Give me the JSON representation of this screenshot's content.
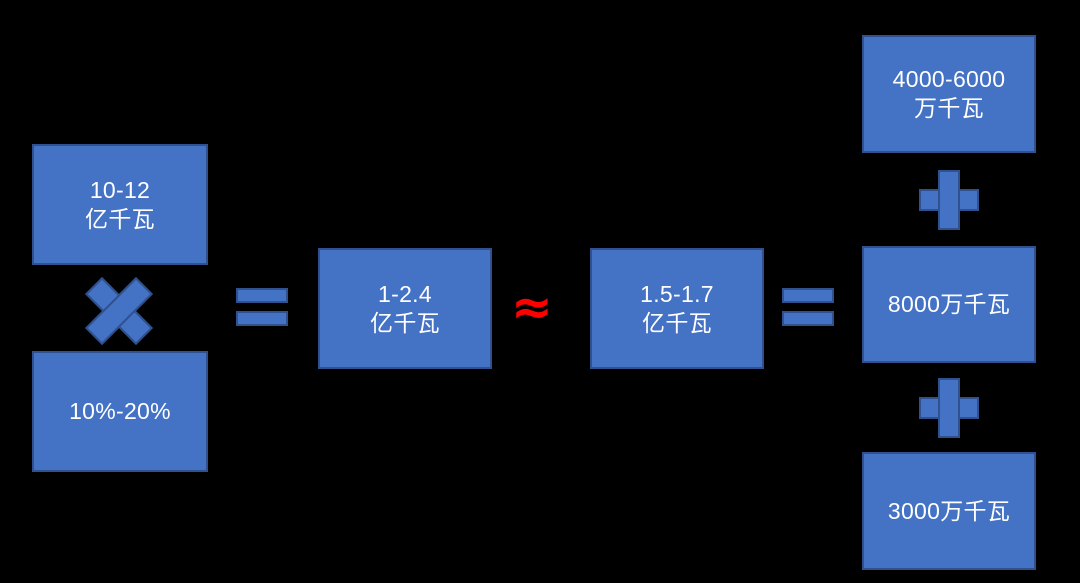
{
  "diagram": {
    "background_color": "#000000",
    "box_fill_color": "#4472C4",
    "box_border_color": "#2F528F",
    "box_text_color": "#FFFFFF",
    "approx_symbol_color": "#FF0000",
    "equation_plain": "(10-12亿千瓦 × 10%-20%) = 1-2.4亿千瓦 ≈ 1.5-1.7亿千瓦 = 4000-6000万千瓦 + 8000万千瓦 + 3000万千瓦",
    "left_column": {
      "factor_capacity": "10-12\n亿千瓦",
      "factor_percent": "10%-20%",
      "operator_between": "×"
    },
    "middle": {
      "product": "1-2.4\n亿千瓦",
      "approx_target": "1.5-1.7\n亿千瓦",
      "operator_left": "=",
      "operator_between": "≈",
      "operator_right": "="
    },
    "right_column": {
      "component_wind": "4000-6000\n万千瓦",
      "component_solar": "8000万千瓦",
      "component_other": "3000万千瓦",
      "operator_top": "+",
      "operator_bottom": "+"
    }
  }
}
